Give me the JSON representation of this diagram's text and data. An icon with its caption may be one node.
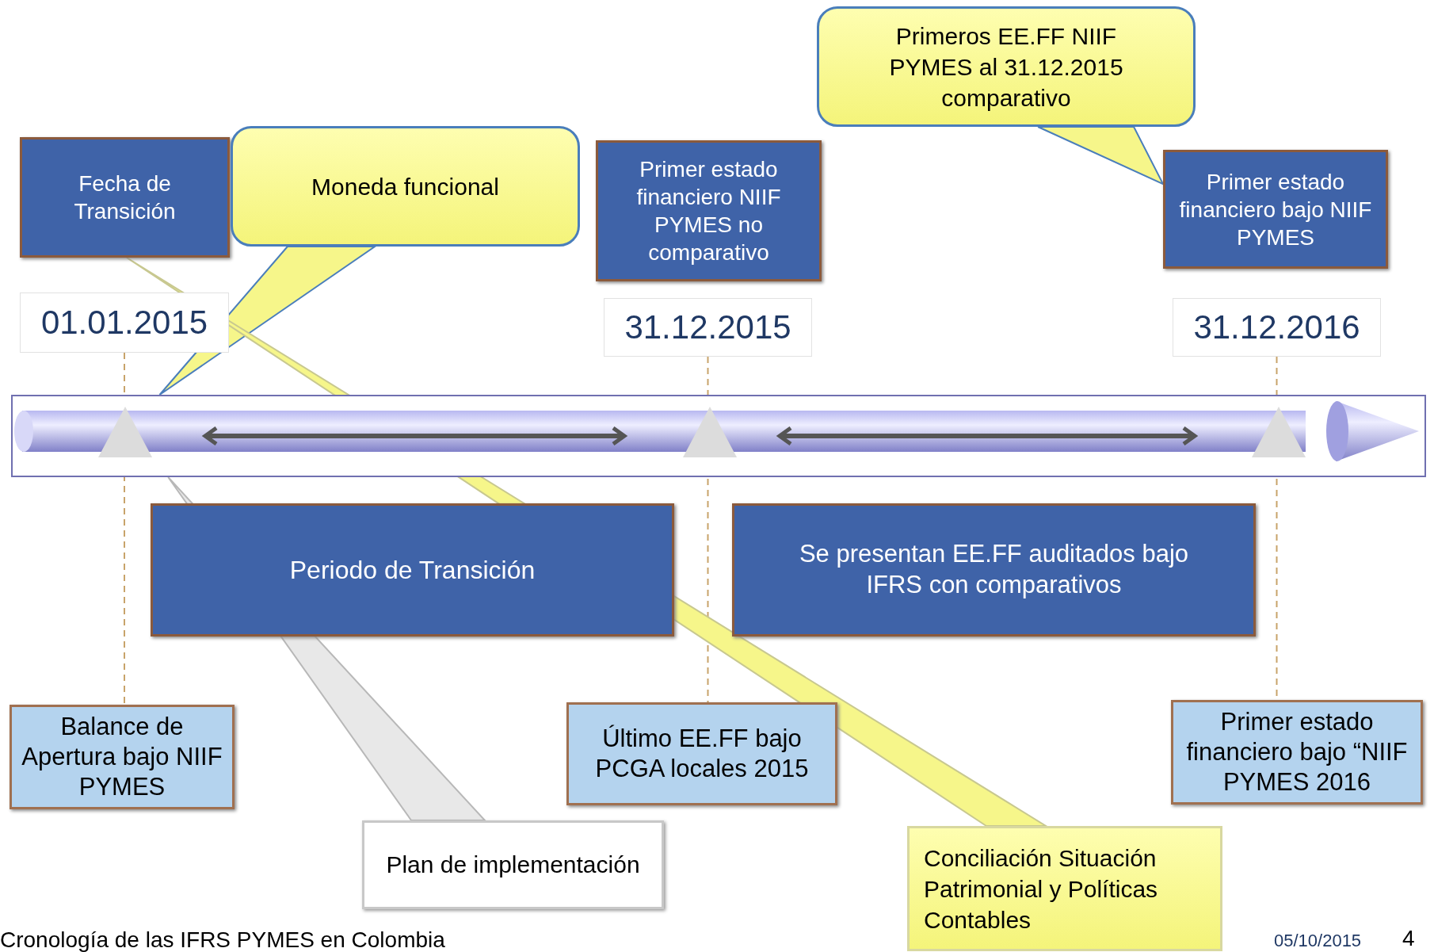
{
  "diagram": {
    "nodes": [
      {
        "text": [
          "Fecha de Transición"
        ]
      },
      {
        "text": [
          "Moneda funcional"
        ]
      },
      {
        "text": [
          "Primer estado financiero NIIF PYMES no comparativo"
        ]
      },
      {
        "text": [
          "Primeros EE.FF NIIF PYMES al 31.12.2015 comparativo"
        ]
      },
      {
        "text": [
          "Primer estado financiero bajo NIIF PYMES"
        ]
      },
      {
        "text": [
          "01.01.2015"
        ]
      },
      {
        "text": [
          "31.12.2015"
        ]
      },
      {
        "text": [
          "31.12.2016"
        ]
      },
      {
        "text": [],
        "shape": "bar"
      },
      {
        "text": [
          "Periodo de Transición"
        ]
      },
      {
        "text": [
          "Se presentan EE.FF auditados bajo IFRS con comparativos"
        ]
      },
      {
        "text": [
          "Balance de Apertura bajo NIIF PYMES"
        ]
      },
      {
        "text": [
          "Último EE.FF bajo PCGA locales 2015"
        ]
      },
      {
        "text": [
          "Primer estado financiero bajo “NIIF PYMES 2016"
        ]
      },
      {
        "text": [
          "Plan de implementación"
        ]
      },
      {
        "text": [
          "Conciliación Situación Patrimonial y Políticas Contables"
        ]
      }
    ],
    "edges": [
      {
        "from": 1,
        "to": 8,
        "arrow": "none"
      },
      {
        "from": 3,
        "to": 4,
        "arrow": "none"
      },
      {
        "from": 14,
        "to": 8,
        "arrow": "none"
      },
      {
        "from": 15,
        "to": 0,
        "arrow": "none"
      },
      {
        "from": 5,
        "to": 11,
        "arrow": "none",
        "style": "dashed",
        "color": "#c8a36a"
      },
      {
        "from": 6,
        "to": 12,
        "arrow": "none",
        "style": "dashed",
        "color": "#c8a36a"
      },
      {
        "from": 7,
        "to": 13,
        "arrow": "none",
        "style": "dashed",
        "color": "#c8a36a"
      }
    ],
    "labels": [
      "Cronología de las IFRS PYMES en Colombia",
      "05/10/2015",
      "4"
    ]
  }
}
